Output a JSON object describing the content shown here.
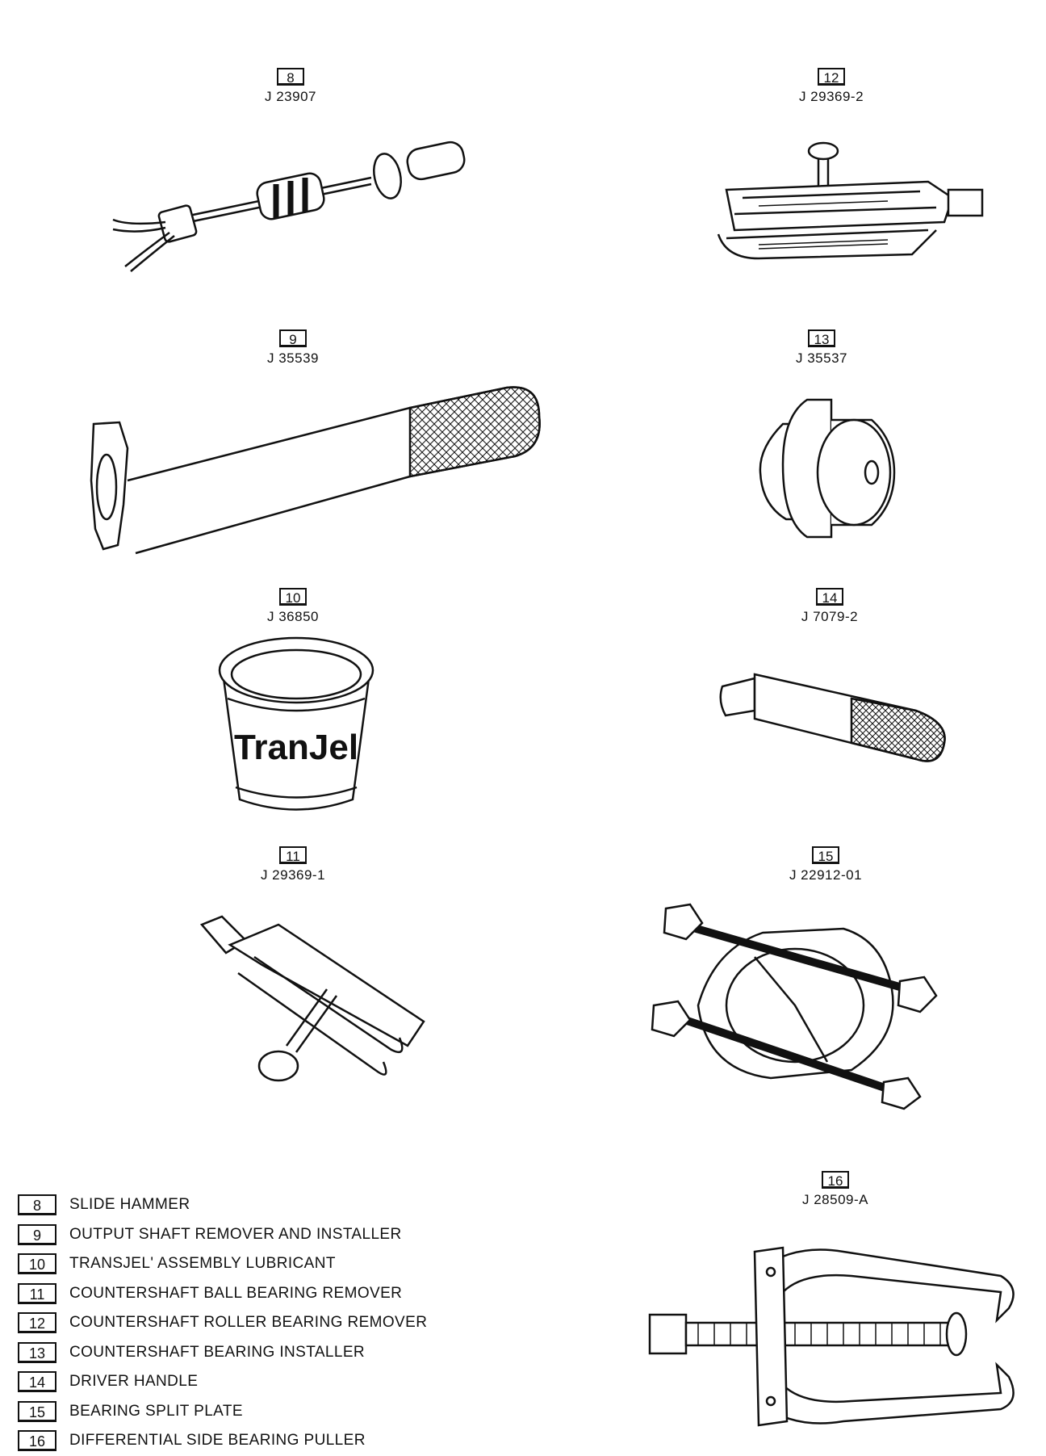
{
  "tools": [
    {
      "callout": "8",
      "part": "J 23907",
      "name": "SLIDE HAMMER"
    },
    {
      "callout": "9",
      "part": "J 35539",
      "name": "OUTPUT SHAFT REMOVER AND INSTALLER"
    },
    {
      "callout": "10",
      "part": "J 36850",
      "name": "TRANSJEL' ASSEMBLY LUBRICANT"
    },
    {
      "callout": "11",
      "part": "J 29369-1",
      "name": "COUNTERSHAFT BALL BEARING REMOVER"
    },
    {
      "callout": "12",
      "part": "J 29369-2",
      "name": "COUNTERSHAFT ROLLER BEARING REMOVER"
    },
    {
      "callout": "13",
      "part": "J 35537",
      "name": "COUNTERSHAFT BEARING INSTALLER"
    },
    {
      "callout": "14",
      "part": "J 7079-2",
      "name": "DRIVER HANDLE"
    },
    {
      "callout": "15",
      "part": "J 22912-01",
      "name": "BEARING SPLIT PLATE"
    },
    {
      "callout": "16",
      "part": "J 28509-A",
      "name": "DIFFERENTIAL SIDE BEARING PULLER"
    }
  ],
  "jar_label": "TranJel"
}
